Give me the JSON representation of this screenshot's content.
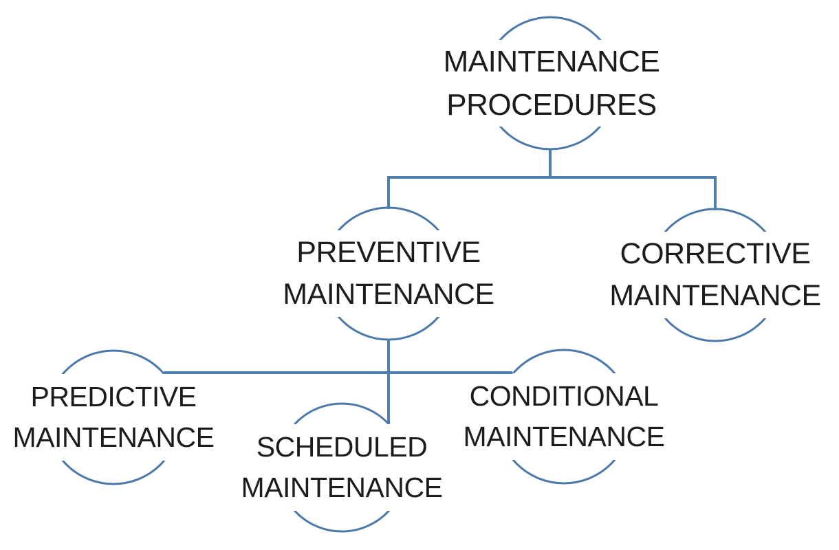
{
  "diagram": {
    "type": "hierarchy",
    "background_color": "#ffffff",
    "text_color": "#1c1c1c",
    "connector_color": "#4e7fae",
    "circle_stroke_color": "#4a79a9",
    "nodes": [
      {
        "id": "maintenance-procedures",
        "label": "MAINTENANCE PROCEDURES",
        "line1": "MAINTENANCE",
        "line2": "PROCEDURES",
        "level": 0,
        "parent": null
      },
      {
        "id": "preventive-maintenance",
        "label": "PREVENTIVE MAINTENANCE",
        "line1": "PREVENTIVE",
        "line2": "MAINTENANCE",
        "level": 1,
        "parent": "maintenance-procedures"
      },
      {
        "id": "corrective-maintenance",
        "label": "CORRECTIVE MAINTENANCE",
        "line1": "CORRECTIVE",
        "line2": "MAINTENANCE",
        "level": 1,
        "parent": "maintenance-procedures"
      },
      {
        "id": "predictive-maintenance",
        "label": "PREDICTIVE MAINTENANCE",
        "line1": "PREDICTIVE",
        "line2": "MAINTENANCE",
        "level": 2,
        "parent": "preventive-maintenance"
      },
      {
        "id": "scheduled-maintenance",
        "label": "SCHEDULED MAINTENANCE",
        "line1": "SCHEDULED",
        "line2": "MAINTENANCE",
        "level": 2,
        "parent": "preventive-maintenance"
      },
      {
        "id": "conditional-maintenance",
        "label": "CONDITIONAL MAINTENANCE",
        "line1": "CONDITIONAL",
        "line2": "MAINTENANCE",
        "level": 2,
        "parent": "preventive-maintenance"
      }
    ]
  }
}
